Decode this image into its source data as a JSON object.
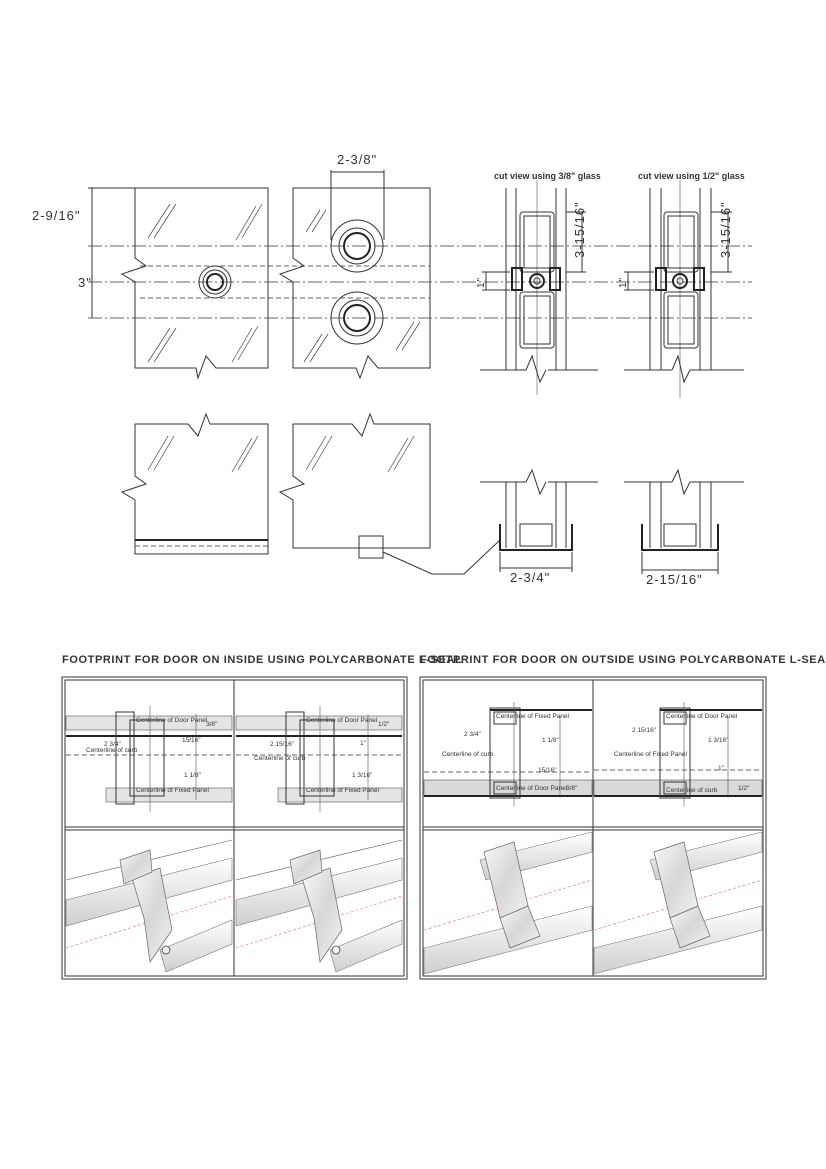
{
  "top_drawing": {
    "dim_2_3_8": "2-3/8\"",
    "dim_2_9_16": "2-9/16\"",
    "dim_3": "3\"",
    "cut_view_3_8": "cut view using 3/8\" glass",
    "cut_view_1_2": "cut view using 1/2\" glass",
    "dim_3_15_16_a": "3-15/16\"",
    "dim_3_15_16_b": "3-15/16\"",
    "dim_1_a": "1\"",
    "dim_1_b": "1\"",
    "dim_2_3_4": "2-3/4\"",
    "dim_2_15_16": "2-15/16\""
  },
  "footprints": {
    "inside_title": "FOOTPRINT FOR DOOR ON INSIDE USING POLYCARBONATE L-SEAL",
    "outside_title": "FOOTPRINT FOR DOOR ON OUTSIDE USING POLYCARBONATE L-SEAL",
    "inside_left": {
      "cl_door": "Centerline of Door Panel",
      "cl_curb": "Centerline of curb",
      "cl_fixed": "Centerline of Fixed Panel",
      "d1": "3/8\"",
      "d2": "15/16\"",
      "d3": "2 3/4\"",
      "d4": "1 1/8\""
    },
    "inside_right": {
      "cl_door": "Centerline of Door Panel",
      "cl_curb": "Centerline of curb",
      "cl_fixed": "Centerline of Fixed Panel",
      "d1": "1/2\"",
      "d2": "1\"",
      "d3": "2 15/16\"",
      "d4": "1 3/16\""
    },
    "outside_left": {
      "cl_fixed": "Centerline of Fixed Panel",
      "cl_curb": "Centerline of curb",
      "cl_door": "Centerline of Door Panel",
      "d1": "2 3/4\"",
      "d2": "1 1/8\"",
      "d3": "15/16\"",
      "d4": "3/8\""
    },
    "outside_right": {
      "cl_door": "Centerline of Door Panel",
      "cl_fixed": "Centerline of Fixed Panel",
      "cl_curb": "Centerline of curb",
      "d1": "2 15/16\"",
      "d2": "1 3/16\"",
      "d3": "1\"",
      "d4": "1/2\""
    }
  }
}
